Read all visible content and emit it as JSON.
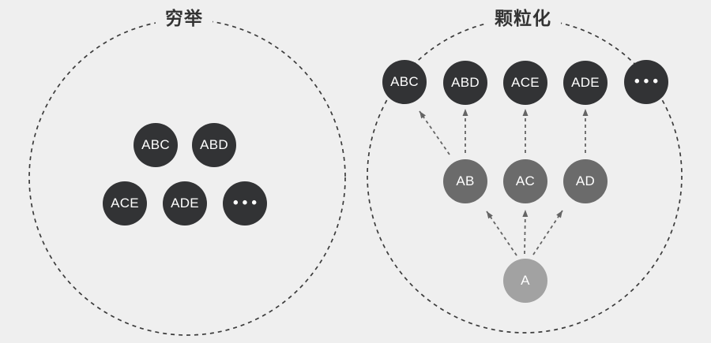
{
  "colors": {
    "background": "#efefef",
    "dark_node": "#323335",
    "mid_node": "#6b6b6b",
    "light_node": "#a2a2a2",
    "node_text": "#ffffff",
    "title_text": "#333333",
    "dashed_outline": "#3c3c3c",
    "arrow": "#646464"
  },
  "left_diagram": {
    "title": "穷举",
    "nodes": [
      {
        "label": "ABC"
      },
      {
        "label": "ABD"
      },
      {
        "label": "ACE"
      },
      {
        "label": "ADE"
      },
      {
        "label": "•••"
      }
    ]
  },
  "right_diagram": {
    "title": "颗粒化",
    "level1": {
      "label": "A"
    },
    "level2": [
      {
        "label": "AB"
      },
      {
        "label": "AC"
      },
      {
        "label": "AD"
      }
    ],
    "level3": [
      {
        "label": "ABC"
      },
      {
        "label": "ABD"
      },
      {
        "label": "ACE"
      },
      {
        "label": "ADE"
      },
      {
        "label": "•••"
      }
    ],
    "edges": [
      {
        "from": "A",
        "to": "AB"
      },
      {
        "from": "A",
        "to": "AC"
      },
      {
        "from": "A",
        "to": "AD"
      },
      {
        "from": "AB",
        "to": "ABC"
      },
      {
        "from": "AB",
        "to": "ABD"
      },
      {
        "from": "AC",
        "to": "ACE"
      },
      {
        "from": "AD",
        "to": "ADE"
      }
    ]
  }
}
